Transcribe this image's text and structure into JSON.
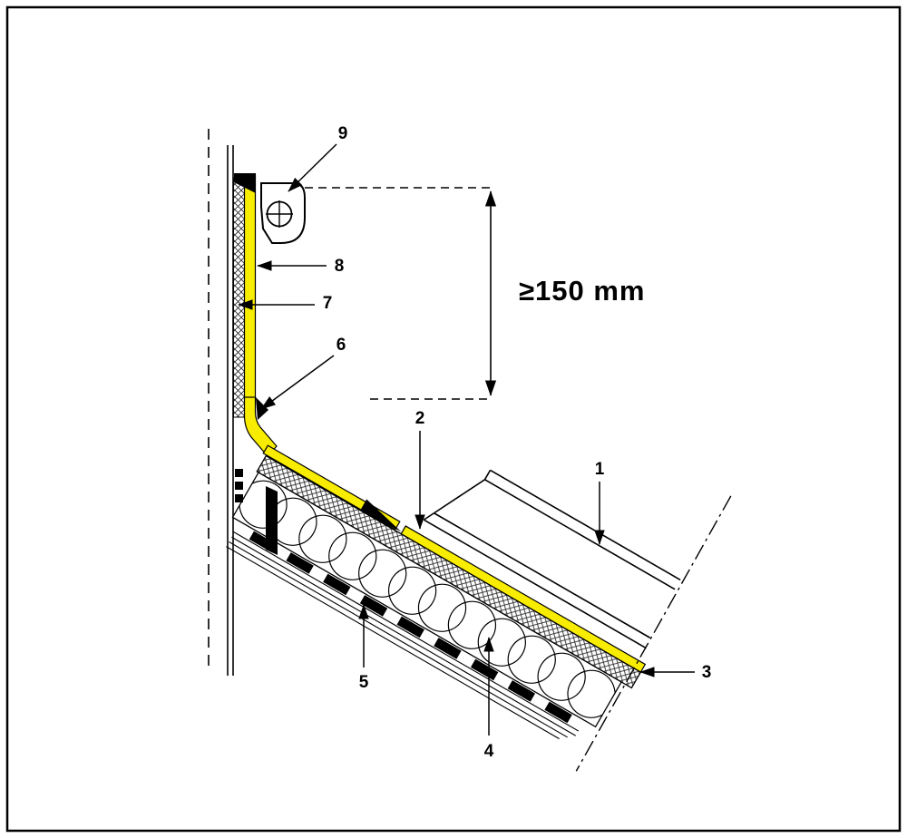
{
  "figure": {
    "dimension_label": "≥150 mm",
    "callouts": {
      "c1": "1",
      "c2": "2",
      "c3": "3",
      "c4": "4",
      "c5": "5",
      "c6": "6",
      "c7": "7",
      "c8": "8",
      "c9": "9"
    },
    "icons": {
      "fastener_mark": "circle-cross"
    },
    "colors": {
      "membrane_yellow": "#f8ec00",
      "ink": "#000000",
      "paper": "#ffffff"
    }
  }
}
